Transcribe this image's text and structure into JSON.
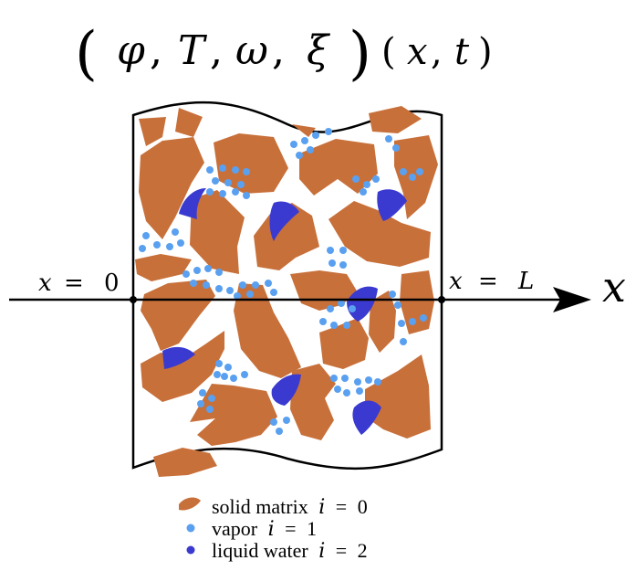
{
  "title": {
    "vars": [
      "φ",
      "T",
      "ω",
      "ξ"
    ],
    "args": [
      "x",
      "t"
    ]
  },
  "axis": {
    "symbol": "x",
    "left_label": {
      "lhs": "x",
      "eq": "=",
      "rhs": "0"
    },
    "right_label": {
      "lhs": "x",
      "eq": "=",
      "rhs": "L"
    }
  },
  "legend": [
    {
      "text": "solid matrix",
      "var": "i",
      "eq": "=",
      "val": "0",
      "color": "#c8703a",
      "marker": "blob"
    },
    {
      "text": "vapor",
      "var": "i",
      "eq": "=",
      "val": "1",
      "color": "#5aa0f0",
      "marker": "dot"
    },
    {
      "text": "liquid water",
      "var": "i",
      "eq": "=",
      "val": "2",
      "color": "#3a3ad0",
      "marker": "dot"
    }
  ],
  "colors": {
    "solid": "#c8703a",
    "vapor": "#5aa0f0",
    "liquid": "#3a3ad0",
    "outline": "#000000"
  }
}
